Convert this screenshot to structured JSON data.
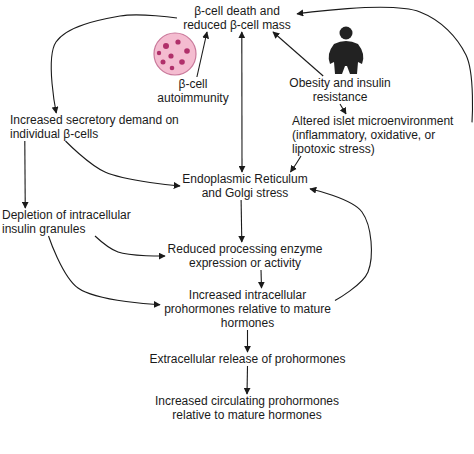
{
  "diagram": {
    "nodes": [
      {
        "text": [
          "β-cell death and reduced β-cell mass"
        ]
      },
      {
        "text": [
          "β-cell autoimmunity"
        ]
      },
      {
        "text": [
          "Obesity and insulin resistance"
        ]
      },
      {
        "text": [
          "Increased secretory demand on individual β-cells"
        ]
      },
      {
        "text": [
          "Altered islet microenvironment (inflammatory, oxidative, or lipotoxic stress)"
        ]
      },
      {
        "text": [
          "Endoplasmic Reticulum and Golgi stress"
        ]
      },
      {
        "text": [
          "Depletion of intracellular insulin granules"
        ]
      },
      {
        "text": [
          "Reduced processing enzyme expression or activity"
        ]
      },
      {
        "text": [
          "Increased intracellular prohormones relative to mature hormones"
        ]
      },
      {
        "text": [
          "Extracellular release of prohormones"
        ]
      },
      {
        "text": [
          "Increased circulating prohormones relative to mature hormones"
        ]
      }
    ],
    "edges": [
      {
        "from": 0,
        "to": 3,
        "arrow": "to"
      },
      {
        "from": 1,
        "to": 0,
        "arrow": "to"
      },
      {
        "from": 2,
        "to": 0,
        "arrow": "to"
      },
      {
        "from": 4,
        "to": 0,
        "arrow": "to"
      },
      {
        "from": 5,
        "to": 0,
        "arrow": "both"
      },
      {
        "from": 2,
        "to": 4,
        "arrow": "to"
      },
      {
        "from": 3,
        "to": 5,
        "arrow": "to"
      },
      {
        "from": 3,
        "to": 6,
        "arrow": "to"
      },
      {
        "from": 4,
        "to": 5,
        "arrow": "to"
      },
      {
        "from": 5,
        "to": 7,
        "arrow": "to"
      },
      {
        "from": 6,
        "to": 7,
        "arrow": "to"
      },
      {
        "from": 6,
        "to": 8,
        "arrow": "to"
      },
      {
        "from": 7,
        "to": 8,
        "arrow": "to"
      },
      {
        "from": 8,
        "to": 5,
        "arrow": "to"
      },
      {
        "from": 8,
        "to": 9,
        "arrow": "to"
      },
      {
        "from": 9,
        "to": 10,
        "arrow": "to"
      }
    ]
  }
}
